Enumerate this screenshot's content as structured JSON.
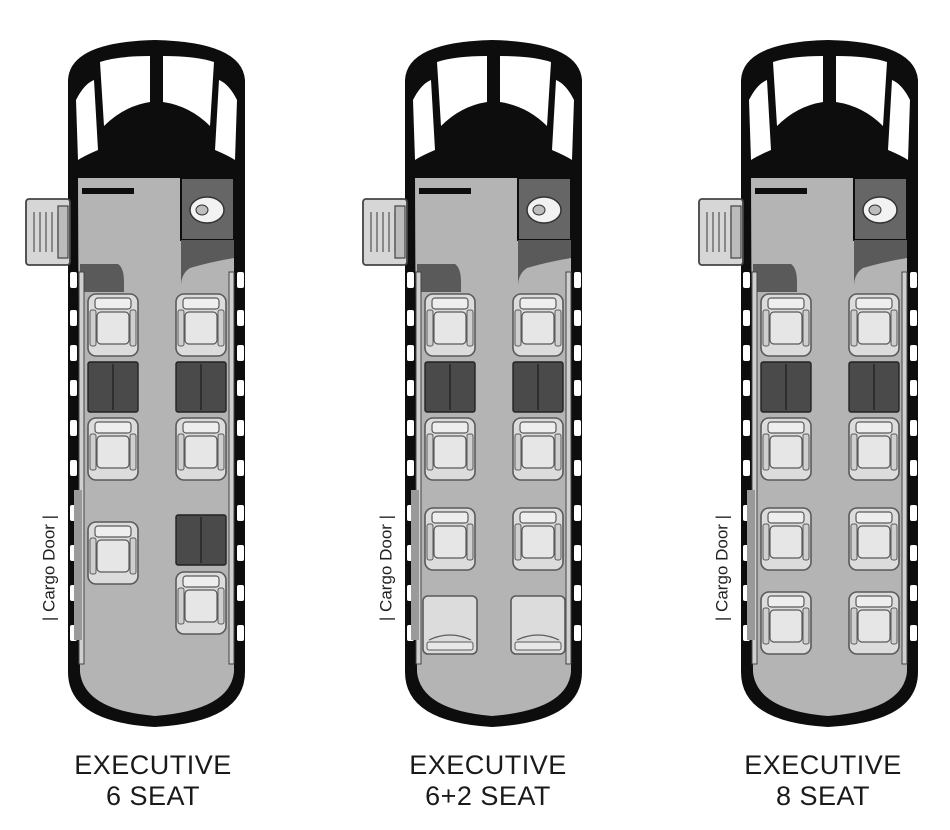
{
  "layouts": [
    {
      "caption_line1": "EXECUTIVE",
      "caption_line2": "6 SEAT",
      "door_label": "| Cargo Door |",
      "rows": [
        {
          "type": "seat",
          "sides": [
            "left",
            "right"
          ]
        },
        {
          "type": "table",
          "sides": [
            "left",
            "right"
          ]
        },
        {
          "type": "seat",
          "sides": [
            "left",
            "right"
          ]
        },
        {
          "type": "seat",
          "sides": [
            "left"
          ]
        },
        {
          "type": "table",
          "sides": [
            "right"
          ]
        },
        {
          "type": "seat",
          "sides": [
            "right"
          ]
        }
      ]
    },
    {
      "caption_line1": "EXECUTIVE",
      "caption_line2": "6+2 SEAT",
      "door_label": "| Cargo Door |",
      "rows": [
        {
          "type": "seat",
          "sides": [
            "left",
            "right"
          ]
        },
        {
          "type": "table",
          "sides": [
            "left",
            "right"
          ]
        },
        {
          "type": "seat",
          "sides": [
            "left",
            "right"
          ]
        },
        {
          "type": "seat",
          "sides": [
            "left",
            "right"
          ]
        },
        {
          "type": "bench",
          "sides": [
            "left",
            "right"
          ]
        }
      ]
    },
    {
      "caption_line1": "EXECUTIVE",
      "caption_line2": "8 SEAT",
      "door_label": "| Cargo Door |",
      "rows": [
        {
          "type": "seat",
          "sides": [
            "left",
            "right"
          ]
        },
        {
          "type": "table",
          "sides": [
            "left",
            "right"
          ]
        },
        {
          "type": "seat",
          "sides": [
            "left",
            "right"
          ]
        },
        {
          "type": "seat",
          "sides": [
            "left",
            "right"
          ]
        },
        {
          "type": "seat",
          "sides": [
            "left",
            "right"
          ]
        }
      ]
    }
  ],
  "colors": {
    "hull": "#0d0d0d",
    "floor": "#b4b4b4",
    "seat": "#dcdcdc",
    "seat_stroke": "#5a5a5a",
    "table": "#4a4a4a",
    "windshield": "#ffffff"
  }
}
